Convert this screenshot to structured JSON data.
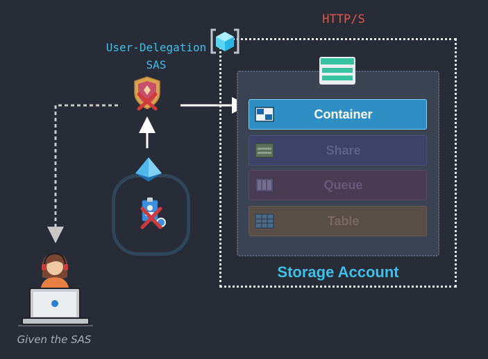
{
  "protocol_label": "HTTP/S",
  "sas_label_line1": "User-Delegation",
  "sas_label_line2": "SAS",
  "services": [
    {
      "label": "Container",
      "state": "active"
    },
    {
      "label": "Share",
      "state": "dimmed"
    },
    {
      "label": "Queue",
      "state": "dimmed"
    },
    {
      "label": "Table",
      "state": "dimmed"
    }
  ],
  "storage_account_label": "Storage Account",
  "user_caption": "Given the SAS",
  "colors": {
    "accent_blue": "#3ec0e8",
    "protocol_red": "#e2574c",
    "container_blue": "#2d8fc3",
    "deny_red": "#d13a3a"
  }
}
